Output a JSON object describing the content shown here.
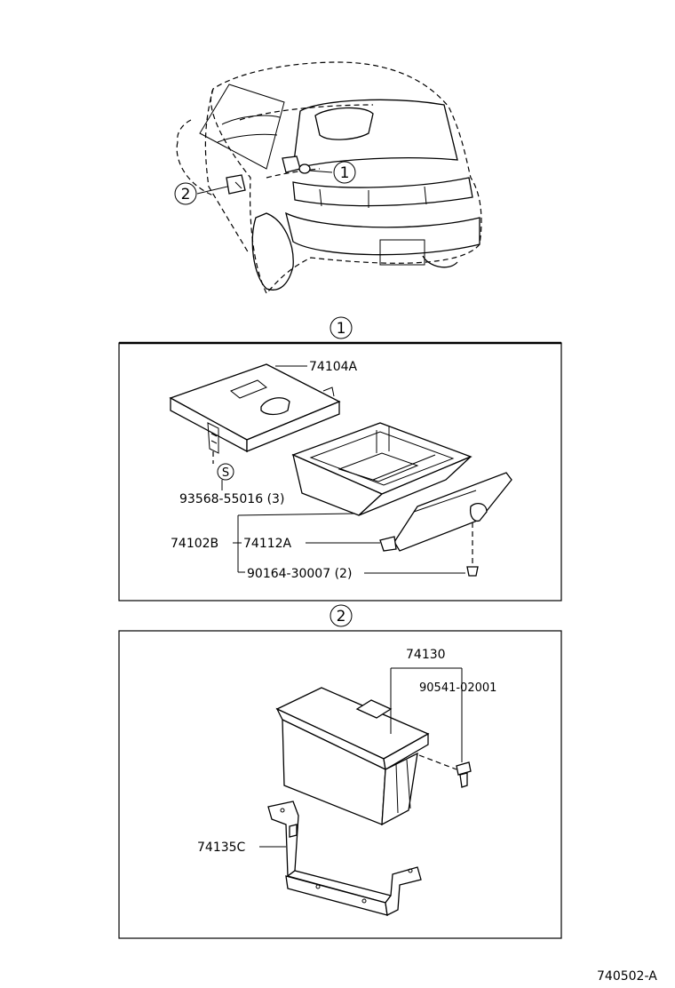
{
  "callouts": {
    "one": "1",
    "two": "2"
  },
  "group1": {
    "part_74104A": "74104A",
    "screw_93568": "93568-55016 (3)",
    "s_mark": "S",
    "part_74102B": "74102B",
    "part_74112A": "74112A",
    "bolt_90164": "90164-30007 (2)"
  },
  "group2": {
    "part_74130": "74130",
    "clip_90541": "90541-02001",
    "part_74135C": "74135C"
  },
  "figure_code": "740502-A"
}
